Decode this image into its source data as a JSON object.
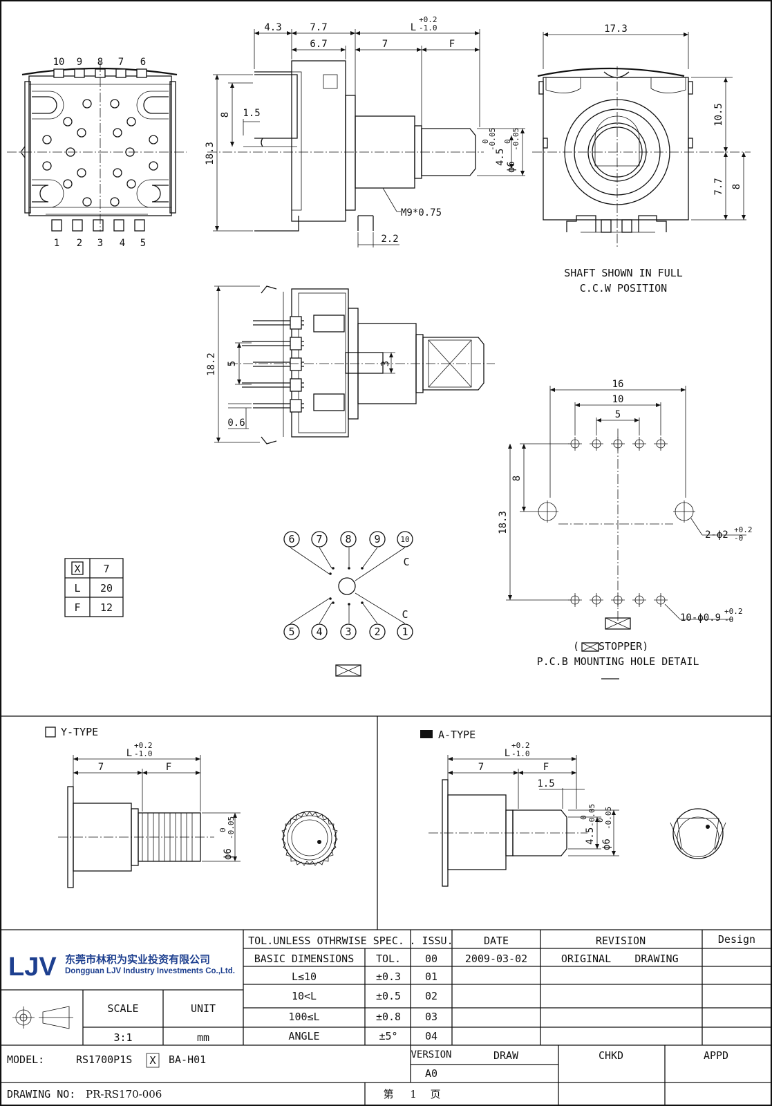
{
  "top_view": {
    "pin_top": [
      "10",
      "9",
      "8",
      "7",
      "6"
    ],
    "pin_bottom": [
      "1",
      "2",
      "3",
      "4",
      "5"
    ]
  },
  "side_view": {
    "dims": {
      "d43": "4.3",
      "d77": "7.7",
      "d67": "6.7",
      "d7": "7",
      "dF": "F",
      "dL": "L",
      "dL_tol_up": "+0.2",
      "dL_tol_dn": "-1.0",
      "d183": "18.3",
      "d8": "8",
      "d15": "1.5",
      "d22": "2.2",
      "thread": "M9*0.75",
      "d45": "4.5",
      "d45_tol": "-0.05",
      "d45_tol0": "0",
      "d6": "ϕ6",
      "d6_tol": "-0.05",
      "d6_tol0": "0"
    }
  },
  "front_view": {
    "dims": {
      "d173": "17.3",
      "d105": "10.5",
      "d77": "7.7",
      "d8": "8"
    },
    "caption_1": "SHAFT SHOWN IN FULL",
    "caption_2": "C.C.W POSITION"
  },
  "section_view": {
    "dims": {
      "d182": "18.2",
      "d5": "5",
      "d3": "3",
      "d06": "0.6"
    }
  },
  "variant_table": {
    "rows": [
      {
        "key": "X",
        "value": "7"
      },
      {
        "key": "L",
        "value": "20"
      },
      {
        "key": "F",
        "value": "12"
      }
    ]
  },
  "schematic": {
    "top": [
      "6",
      "7",
      "8",
      "9",
      "10"
    ],
    "bottom": [
      "5",
      "4",
      "3",
      "2",
      "1"
    ],
    "c_top": "C",
    "c_bottom": "C"
  },
  "pcb_detail": {
    "dims": {
      "d16": "16",
      "d10": "10",
      "d5": "5",
      "d8": "8",
      "d183": "18.3",
      "hole_big": "2-ϕ2",
      "hole_big_tol_up": "+0.2",
      "hole_big_tol_dn": "-0",
      "hole_small": "10-ϕ0.9",
      "hole_small_tol_up": "+0.2",
      "hole_small_tol_dn": "-0"
    },
    "caption_1": "( ",
    "caption_stopper": " STOPPER)",
    "caption_2": "P.C.B MOUNTING HOLE DETAIL"
  },
  "y_type": {
    "title": "Y-TYPE",
    "dims": {
      "dL": "L",
      "dL_up": "+0.2",
      "dL_dn": "-1.0",
      "d7": "7",
      "dF": "F",
      "d6": "ϕ6",
      "d6_tol": "-0.05",
      "d6_tol0": "0"
    }
  },
  "a_type": {
    "title": "A-TYPE",
    "dims": {
      "dL": "L",
      "dL_up": "+0.2",
      "dL_dn": "-1.0",
      "d7": "7",
      "dF": "F",
      "d15": "1.5",
      "d45": "4.5",
      "d45_tol": "-0.05",
      "d45_tol0": "0",
      "d6": "ϕ6",
      "d6_tol": "-0.05",
      "d6_tol0": "0"
    }
  },
  "title_block": {
    "logo_letters": "LJV",
    "company_cn": "东莞市林积为实业投资有限公司",
    "company_en": "Dongguan LJV Industry Investments Co.,Ltd.",
    "tol_header": "TOL.UNLESS OTHRWISE SPEC.",
    "basic_dims": "BASIC DIMENSIONS",
    "tol": "TOL.",
    "tol_rows": [
      {
        "dim": "L≤10",
        "tol": "±0.3"
      },
      {
        "dim": "10<L",
        "tol": "±0.5"
      },
      {
        "dim": "100≤L",
        "tol": "±0.8"
      },
      {
        "dim": "ANGLE",
        "tol": "±5°"
      }
    ],
    "issu_header": ". ISSU.",
    "issues": [
      "00",
      "01",
      "02",
      "03",
      "04"
    ],
    "date_header": "DATE",
    "date_first": "2009-03-02",
    "revision_header": "REVISION",
    "revision_first_a": "ORIGINAL",
    "revision_first_b": "DRAWING",
    "design_header": "Design",
    "scale_label": "SCALE",
    "scale_value": "3:1",
    "unit_label": "UNIT",
    "unit_value": "mm",
    "model_label": "MODEL:",
    "model_value_a": "RS1700P1S",
    "model_value_x": "X",
    "model_value_b": "BA-H01",
    "version_label": "VERSION",
    "version_value": "A0",
    "draw_label": "DRAW",
    "chkd_label": "CHKD",
    "appd_label": "APPD",
    "drawing_no_label": "DRAWING NO:",
    "drawing_no_value": "PR-RS170-006",
    "page_prefix": "第",
    "page_number": "1",
    "page_suffix": "页"
  }
}
